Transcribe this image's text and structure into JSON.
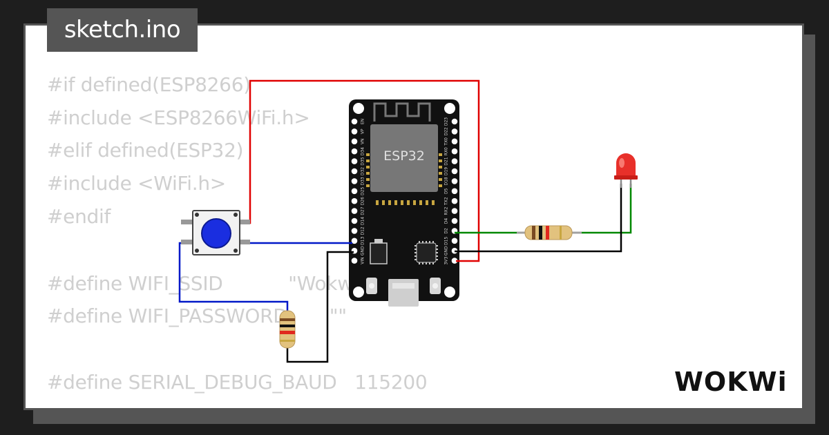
{
  "header": {
    "file_tab": "sketch.ino"
  },
  "code": {
    "lines": [
      "#if defined(ESP8266)",
      "#include <ESP8266WiFi.h>",
      "#elif defined(ESP32)",
      "#include <WiFi.h>",
      "#endif",
      "",
      "#define WIFI_SSID           \"Wokwi-GUEST\"",
      "#define WIFI_PASSWORD       \"\"",
      "",
      "#define SERIAL_DEBUG_BAUD   115200"
    ]
  },
  "board": {
    "label": "ESP32",
    "left_pins": [
      "EN",
      "VP",
      "VN",
      "D34",
      "D35",
      "D32",
      "D33",
      "D25",
      "D26",
      "D27",
      "D14",
      "D12",
      "D13",
      "GND",
      "VIN"
    ],
    "right_pins": [
      "D23",
      "D22",
      "TX0",
      "RX0",
      "D21",
      "D19",
      "D18",
      "D5",
      "TX2",
      "RX2",
      "D4",
      "D2",
      "D15",
      "GND",
      "3V3"
    ]
  },
  "brand": {
    "logo": "WOKWi"
  },
  "colors": {
    "background": "#1e1e1e",
    "card": "#ffffff",
    "tab": "#555555",
    "code_text": "#cfcfcf",
    "wire_red": "#e00000",
    "wire_blue": "#0018c8",
    "wire_green": "#008800",
    "wire_black": "#000000",
    "led_red": "#e8302a",
    "button_cap": "#1a2ee0"
  }
}
